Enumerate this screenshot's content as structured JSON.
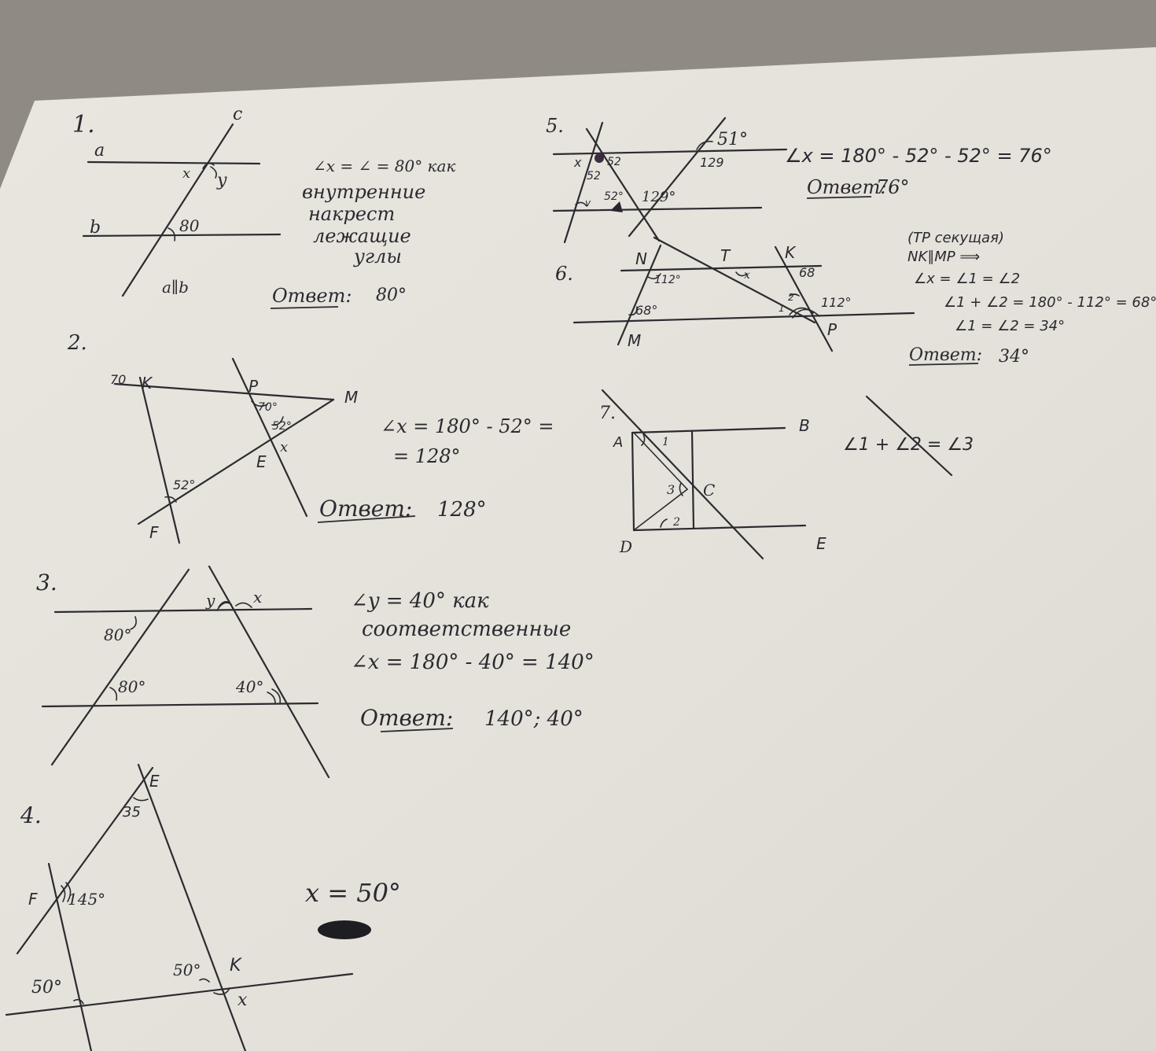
{
  "colors": {
    "table": "#8f8b84",
    "paper": "#e7e4dd",
    "ink": "#2b2b30"
  },
  "p1": {
    "num": "1.",
    "line_a": "a",
    "line_b": "b",
    "line_c": "c",
    "x": "x",
    "y": "y",
    "angle": "80",
    "parallel": "a∥b",
    "eq": "∠x = ∠ = 80° как",
    "text1": "внутренние",
    "text2": "накрест",
    "text3": "лежащие",
    "text4": "углы",
    "answer_label": "Ответ:",
    "answer_value": "80°"
  },
  "p2": {
    "num": "2.",
    "k": "K",
    "p": "P",
    "m": "M",
    "e": "E",
    "f": "F",
    "x": "x",
    "a70_left": "70",
    "a70": "70°",
    "a52": "52°",
    "a52_low": "52°",
    "eq1": "∠x = 180° - 52° =",
    "eq2": "= 128°",
    "answer_label": "Ответ:",
    "answer_value": "128°"
  },
  "p3": {
    "num": "3.",
    "y": "y",
    "x": "x",
    "a80_top": "80°",
    "a80_bot": "80°",
    "a40": "40°",
    "eq1": "∠y = 40° как",
    "eq2": "соответственные",
    "eq3": "∠x = 180° - 40° = 140°",
    "answer_label": "Ответ:",
    "answer_value": "140°; 40°"
  },
  "p4": {
    "num": "4.",
    "e": "E",
    "f": "F",
    "k": "K",
    "x": "x",
    "a35": "35",
    "a145": "145°",
    "a50_left": "50°",
    "a50_right": "50°",
    "result": "x = 50°"
  },
  "p5": {
    "num": "5.",
    "x": "x",
    "a52a": "52",
    "a52b": "52",
    "a52c": "52°",
    "v": "v",
    "a51": "51°",
    "a129a": "129",
    "a129b": "129°",
    "eq": "∠x = 180° - 52° - 52° = 76°",
    "answer_label": "Ответ:",
    "answer_value": "76°"
  },
  "p6": {
    "num": "6.",
    "n": "N",
    "t": "T",
    "k": "K",
    "m": "M",
    "p": "P",
    "x": "x",
    "a112": "112°",
    "a68": "68°",
    "a68r": "68",
    "a112r": "112°",
    "one": "1",
    "two": "2",
    "note1": "(TP секущая)",
    "note2": "NK∥MP ⟹",
    "eq1": "∠x = ∠1 = ∠2",
    "eq2": "∠1 + ∠2 = 180° - 112° = 68°",
    "eq3": "∠1 = ∠2 = 34°",
    "answer_label": "Ответ:",
    "answer_value": "34°"
  },
  "p7": {
    "num": "7.",
    "a": "A",
    "b": "B",
    "c": "C",
    "d": "D",
    "e": "E",
    "one": "1",
    "two": "2",
    "three": "3",
    "eq": "∠1 + ∠2 = ∠3"
  }
}
